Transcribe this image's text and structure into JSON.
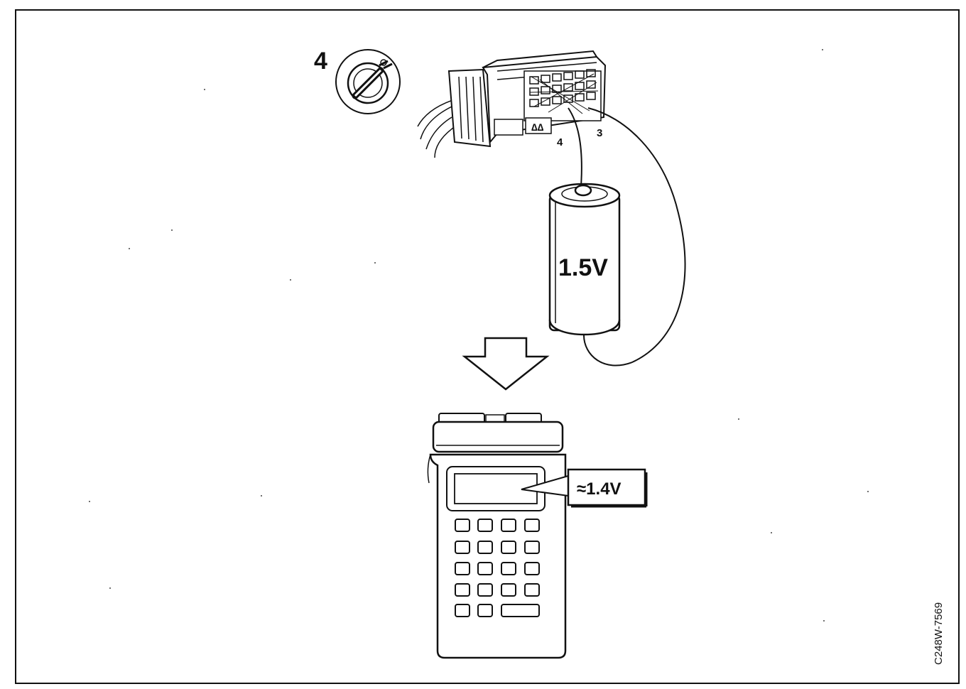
{
  "figure": {
    "step_number": "4",
    "pin_label_a": "4",
    "pin_label_b": "3",
    "battery_voltage": "1.5V",
    "meter_reading": "≈1.4V",
    "figure_code": "C248W-7569"
  },
  "icons": {
    "ignition": "ignition-key-switch-icon",
    "arrow": "down-arrow-icon"
  },
  "colors": {
    "line": "#111111",
    "background": "#ffffff"
  }
}
